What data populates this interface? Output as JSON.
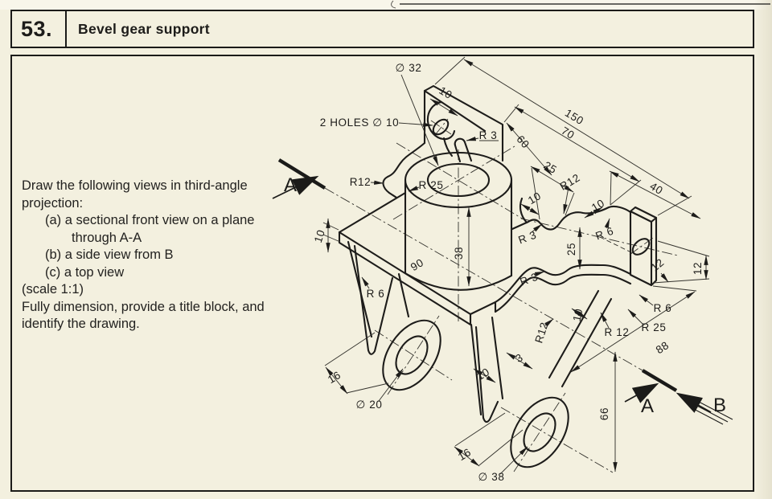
{
  "page": {
    "number": "53.",
    "title": "Bevel gear support"
  },
  "colors": {
    "paper": "#f3f0df",
    "ink": "#1d1c1a"
  },
  "instructions": {
    "lines": [
      "Draw the following views in third-angle",
      "projection:",
      "(a)  a sectional front view on a plane",
      "through A-A",
      "(b)  a side view from B",
      "(c)  a top view",
      "(scale 1:1)",
      "Fully dimension, provide a title block, and",
      "identify the drawing."
    ]
  },
  "drawing": {
    "dim_labels": [
      "∅ 32",
      "10",
      "150",
      "2 HOLES ∅ 10",
      "R 3",
      "60",
      "70",
      "25",
      "R12",
      "R 25",
      "R12",
      "40",
      "10",
      "10",
      "R 3",
      "R 6",
      "25",
      "38",
      "90",
      "10",
      "R 3",
      "12",
      "12",
      "R 6",
      "R 6",
      "R 25",
      "R 12",
      "R12",
      "10",
      "88",
      "3",
      "10",
      "16",
      "∅ 20",
      "66",
      "16",
      "∅ 38"
    ],
    "view_labels": {
      "a_upper": "A",
      "a_lower": "A",
      "b": "B"
    }
  }
}
